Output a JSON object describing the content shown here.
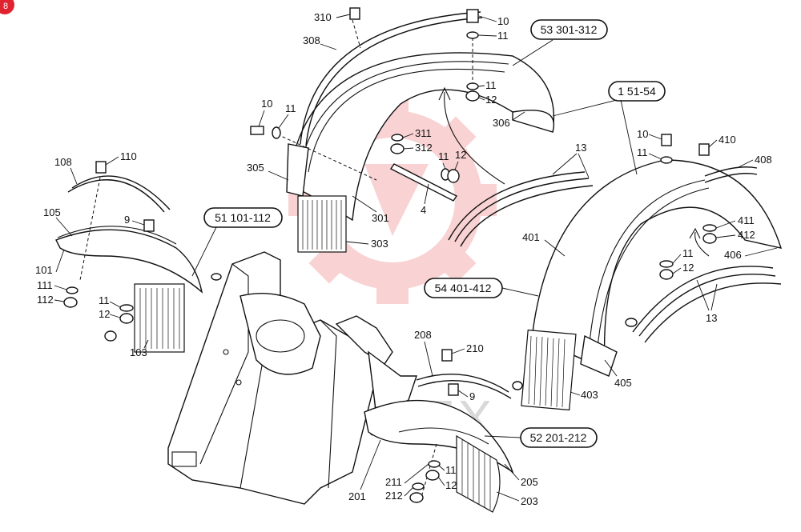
{
  "watermark": {
    "text": "ИНТЕХ",
    "color": "#e8383d"
  },
  "corner_badge": {
    "label": "8",
    "color": "#e0242f"
  },
  "callouts": {
    "c53": "53 301-312",
    "c151": "1 51-54",
    "c51": "51 101-112",
    "c54": "54 401-412",
    "c52": "52 201-212"
  },
  "parts": {
    "p310": "310",
    "p10a": "10",
    "p11a": "11",
    "p308": "308",
    "p11b": "11",
    "p12b": "12",
    "p306": "306",
    "p10b": "10",
    "p11c": "11",
    "p311": "311",
    "p312": "312",
    "p11d": "11",
    "p12d": "12",
    "p305": "305",
    "p301": "301",
    "p4": "4",
    "p303": "303",
    "p13a": "13",
    "p10c": "10",
    "p410": "410",
    "p11e": "11",
    "p408": "408",
    "p411": "411",
    "p412": "412",
    "p406": "406",
    "p401": "401",
    "p11f": "11",
    "p12f": "12",
    "p13b": "13",
    "p405": "405",
    "p403": "403",
    "p108": "108",
    "p110": "110",
    "p105": "105",
    "p9a": "9",
    "p101": "101",
    "p111": "111",
    "p112": "112",
    "p11g": "11",
    "p12g": "12",
    "p103": "103",
    "p208": "208",
    "p210": "210",
    "p9b": "9",
    "p201": "201",
    "p211": "211",
    "p212": "212",
    "p11h": "11",
    "p12h": "12",
    "p205": "205",
    "p203": "203"
  }
}
